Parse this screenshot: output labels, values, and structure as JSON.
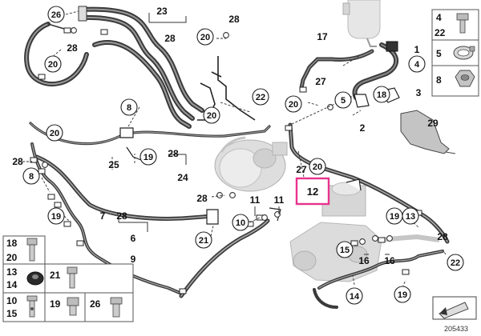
{
  "diagram": {
    "code": "205433",
    "highlighted_part": "12",
    "colors": {
      "line": "#222222",
      "hose": "#555555",
      "hose_light": "#c8c8c8",
      "highlight": "#e8328c",
      "component": "#b4b4b4"
    }
  },
  "callouts": {
    "circled": [
      {
        "id": "c26a",
        "text": "26"
      },
      {
        "id": "c20a",
        "text": "20"
      },
      {
        "id": "c20b",
        "text": "20"
      },
      {
        "id": "c20c",
        "text": "20"
      },
      {
        "id": "c20d",
        "text": "20"
      },
      {
        "id": "c20e",
        "text": "20"
      },
      {
        "id": "c20f",
        "text": "20"
      },
      {
        "id": "c22a",
        "text": "22"
      },
      {
        "id": "c8a",
        "text": "8"
      },
      {
        "id": "c8b",
        "text": "8"
      },
      {
        "id": "c19a",
        "text": "19"
      },
      {
        "id": "c19b",
        "text": "19"
      },
      {
        "id": "c19c",
        "text": "19"
      },
      {
        "id": "c19d",
        "text": "19"
      },
      {
        "id": "c21",
        "text": "21"
      },
      {
        "id": "c10",
        "text": "10"
      },
      {
        "id": "c15",
        "text": "15"
      },
      {
        "id": "c13",
        "text": "13"
      },
      {
        "id": "c14",
        "text": "14"
      },
      {
        "id": "c22b",
        "text": "22"
      },
      {
        "id": "c4",
        "text": "4"
      },
      {
        "id": "c18",
        "text": "18"
      },
      {
        "id": "c5",
        "text": "5"
      }
    ],
    "plain": [
      {
        "id": "p23",
        "text": "23"
      },
      {
        "id": "p28a",
        "text": "28"
      },
      {
        "id": "p28b",
        "text": "28"
      },
      {
        "id": "p28c",
        "text": "28"
      },
      {
        "id": "p17",
        "text": "17"
      },
      {
        "id": "p1",
        "text": "1"
      },
      {
        "id": "p27a",
        "text": "27"
      },
      {
        "id": "p3",
        "text": "3"
      },
      {
        "id": "p2",
        "text": "2"
      },
      {
        "id": "p29",
        "text": "29"
      },
      {
        "id": "p28d",
        "text": "28"
      },
      {
        "id": "p24",
        "text": "24"
      },
      {
        "id": "p25",
        "text": "25"
      },
      {
        "id": "p28e",
        "text": "28"
      },
      {
        "id": "p27b",
        "text": "27"
      },
      {
        "id": "p11a",
        "text": "11"
      },
      {
        "id": "p11b",
        "text": "11"
      },
      {
        "id": "p28f",
        "text": "28"
      },
      {
        "id": "p7",
        "text": "7"
      },
      {
        "id": "p28g",
        "text": "28"
      },
      {
        "id": "p6",
        "text": "6"
      },
      {
        "id": "p9",
        "text": "9"
      },
      {
        "id": "p16a",
        "text": "16"
      },
      {
        "id": "p16b",
        "text": "16"
      },
      {
        "id": "p28h",
        "text": "28"
      }
    ]
  },
  "legend_right": [
    {
      "id": "lr1",
      "labels": [
        "4",
        "22"
      ],
      "icon": "bolt-icon"
    },
    {
      "id": "lr2",
      "labels": [
        "5"
      ],
      "icon": "hose-clamp-icon"
    },
    {
      "id": "lr3",
      "labels": [
        "8"
      ],
      "icon": "hex-nut-icon"
    }
  ],
  "legend_bottom": [
    {
      "id": "lb1",
      "labels": [
        "18",
        "20"
      ],
      "icon": "socket-bolt-icon"
    },
    {
      "id": "lb2",
      "labels": [
        "13",
        "14"
      ],
      "icon": "rubber-grommet-icon"
    },
    {
      "id": "lb3",
      "labels": [
        "21"
      ],
      "icon": "bolt-icon"
    },
    {
      "id": "lb4",
      "labels": [
        "10",
        "15"
      ],
      "icon": "banjo-bolt-icon"
    },
    {
      "id": "lb5",
      "labels": [
        "19"
      ],
      "icon": "collar-nut-icon"
    },
    {
      "id": "lb6",
      "labels": [
        "26"
      ],
      "icon": "hex-bolt-icon"
    }
  ]
}
